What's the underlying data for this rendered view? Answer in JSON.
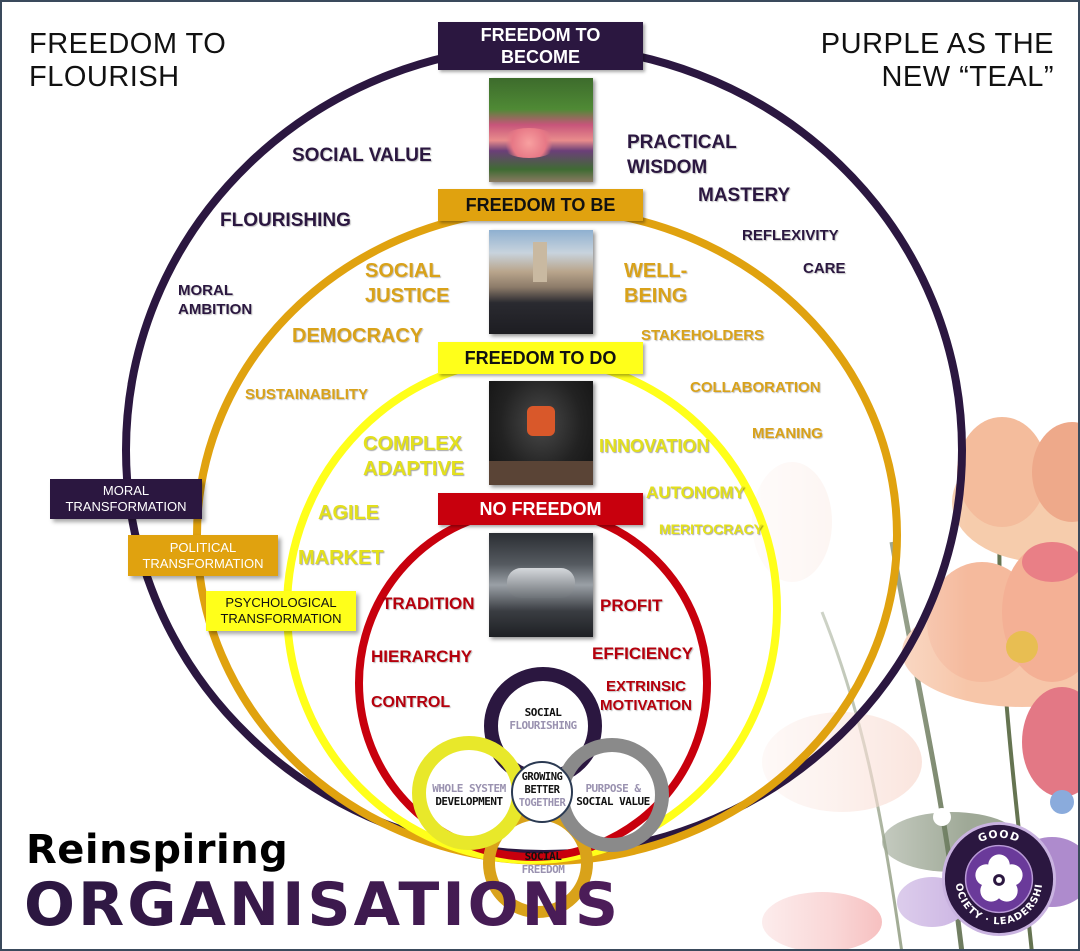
{
  "corners": {
    "left": [
      "FREEDOM TO",
      "FLOURISH"
    ],
    "right": [
      "PURPLE AS THE",
      "NEW “TEAL”"
    ]
  },
  "levels": {
    "become": {
      "label_line1": "FREEDOM TO",
      "label_line2": "BECOME",
      "color": "#2b1740",
      "image": "flower-garden"
    },
    "be": {
      "label": "FREEDOM TO BE",
      "color": "#e0a20f",
      "image": "city-plaza-crowd"
    },
    "do": {
      "label": "FREEDOM TO DO",
      "color": "#ffff1a",
      "image": "sprinter"
    },
    "none": {
      "label": "NO FREEDOM",
      "color": "#c8000d",
      "image": "industrial-machine"
    }
  },
  "words": {
    "purple": [
      "SOCIAL VALUE",
      "FLOURISHING",
      "MORAL",
      "AMBITION",
      "PRACTICAL",
      "WISDOM",
      "MASTERY",
      "REFLEXIVITY",
      "CARE"
    ],
    "gold": [
      "SOCIAL",
      "JUSTICE",
      "DEMOCRACY",
      "SUSTAINABILITY",
      "WELL-",
      "BEING",
      "STAKEHOLDERS",
      "COLLABORATION",
      "MEANING"
    ],
    "yellow": [
      "COMPLEX",
      "ADAPTIVE",
      "AGILE",
      "MARKET",
      "INNOVATION",
      "AUTONOMY",
      "MERITOCRACY"
    ],
    "red": [
      "TRADITION",
      "HIERARCHY",
      "CONTROL",
      "PROFIT",
      "EFFICIENCY",
      "EXTRINSIC",
      "MOTIVATION"
    ]
  },
  "transformations": [
    {
      "line1": "MORAL",
      "line2": "TRANSFORMATION",
      "color": "#2b1740"
    },
    {
      "line1": "POLITICAL",
      "line2": "TRANSFORMATION",
      "color": "#e0a20f"
    },
    {
      "line1": "PSYCHOLOGICAL",
      "line2": "TRANSFORMATION",
      "color": "#ffff1a"
    }
  ],
  "venn": {
    "top": {
      "line1": "SOCIAL",
      "line2": "FLOURISHING"
    },
    "left": {
      "line1": "WHOLE SYSTEM",
      "line2": "DEVELOPMENT"
    },
    "right": {
      "line1": "PURPOSE &",
      "line2": "SOCIAL VALUE"
    },
    "bottom": {
      "line1": "SOCIAL",
      "line2": "FREEDOM"
    },
    "center": {
      "line1": "GROWING",
      "line2": "BETTER",
      "line3": "TOGETHER"
    }
  },
  "title": {
    "line1": "Reinspiring",
    "line2": "ORGANISATIONS"
  },
  "badge": {
    "top": "GOOD",
    "right": "LEADERSHIP",
    "left": "SOCIETY"
  }
}
